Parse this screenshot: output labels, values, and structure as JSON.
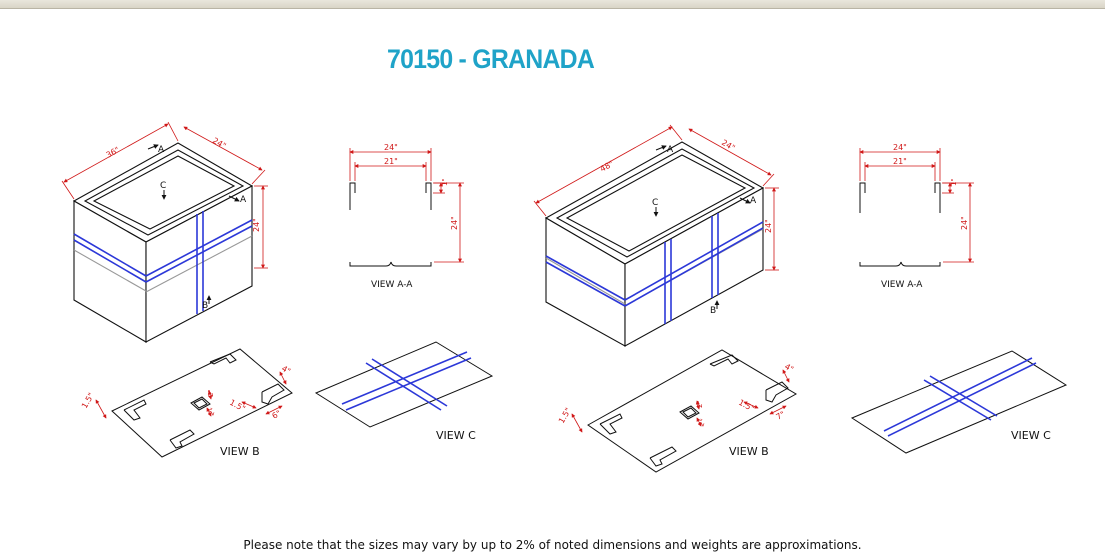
{
  "title": "70150 - GRANADA",
  "footer_note": "Please note that the sizes may vary by up to 2% of noted dimensions and weights are approximations.",
  "colors": {
    "title": "#1fa3c8",
    "dimension": "#d01818",
    "strap": "#2c38d8",
    "line": "#111111"
  },
  "small_planter": {
    "box": {
      "width_label": "36\"",
      "depth_label": "24\"",
      "height_label": "24\"",
      "view_a_marker": "A",
      "view_c_marker": "C",
      "view_b_marker": "B"
    },
    "view_a": {
      "label": "VIEW A-A",
      "outer_label": "24\"",
      "inner_label": "21\"",
      "rim_label": "1\"",
      "height_label": "24\""
    },
    "view_b": {
      "label": "VIEW B",
      "label_1": "1.5\"",
      "label_2": "1.5\"",
      "label_3": "4\"",
      "label_4": "6\"",
      "label_5": "2\"",
      "label_6": "2\""
    },
    "view_c": {
      "label": "VIEW C"
    }
  },
  "large_planter": {
    "box": {
      "width_label": "48\"",
      "depth_label": "24\"",
      "height_label": "24\"",
      "view_a_marker": "A",
      "view_c_marker": "C",
      "view_b_marker": "B"
    },
    "view_a": {
      "label": "VIEW A-A",
      "outer_label": "24\"",
      "inner_label": "21\"",
      "rim_label": "1\"",
      "height_label": "24\""
    },
    "view_b": {
      "label": "VIEW B",
      "label_1": "1.5\"",
      "label_2": "1.5\"",
      "label_3": "4\"",
      "label_4": "7\"",
      "label_5": "2\"",
      "label_6": "2\""
    },
    "view_c": {
      "label": "VIEW C"
    }
  }
}
